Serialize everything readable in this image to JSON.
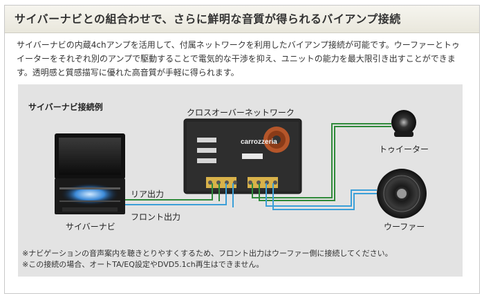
{
  "header": {
    "title": "サイバーナビとの組合わせで、さらに鮮明な音質が得られるバイアンプ接続"
  },
  "description": "サイバーナビの内蔵4chアンプを活用して、付属ネットワークを利用したバイアンプ接続が可能です。ウーファーとトゥイーターをそれぞれ別のアンプで駆動することで電気的な干渉を抑え、ユニットの能力を最大限引き出すことができます。透明感と質感描写に優れた高音質が手軽に得られます。",
  "diagram": {
    "title": "サイバーナビ接続例",
    "network_label": "クロスオーバーネットワーク",
    "tweeter_label": "トゥイーター",
    "woofer_label": "ウーファー",
    "navi_label": "サイバーナビ",
    "rear_output": "リア出力",
    "front_output": "フロント出力",
    "brand": "carrozzeria",
    "notes": [
      "※ナビゲーションの音声案内を聴きとりやすくするため、フロント出力はウーファー側に接続してください。",
      "※この接続の場合、オートTA/EQ設定やDVD5.1ch再生はできません。"
    ]
  },
  "colors": {
    "rear_line": "#2f8a3a",
    "front_line": "#3b9fd8",
    "panel_bg": "#e3e3e3"
  }
}
